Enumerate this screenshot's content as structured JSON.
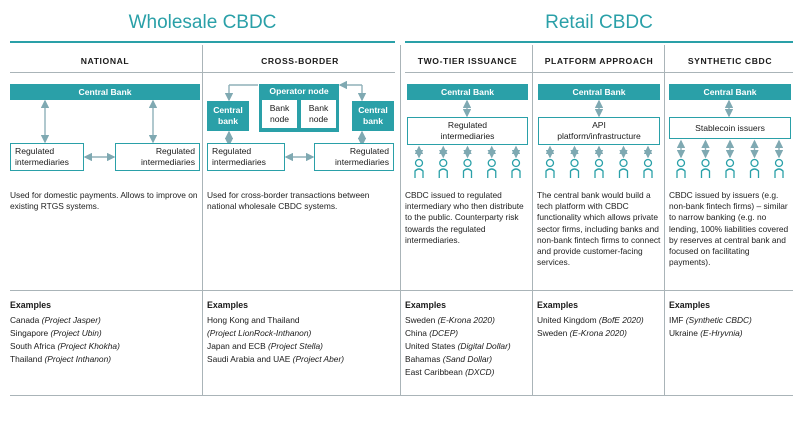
{
  "titles": {
    "wholesale": "Wholesale CBDC",
    "retail": "Retail CBDC"
  },
  "columns": [
    {
      "key": "national",
      "title": "NATIONAL",
      "nodes": {
        "central_bank": "Central Bank",
        "left": "Regulated\nintermediaries",
        "right": "Regulated\nintermediaries"
      },
      "description": "Used for domestic payments. Allows to improve on existing RTGS systems.",
      "examples_title": "Examples",
      "examples": [
        {
          "text": "Canada ",
          "project": "(Project Jasper)"
        },
        {
          "text": "Singapore ",
          "project": "(Project Ubin)"
        },
        {
          "text": "South Africa ",
          "project": "(Project Khokha)"
        },
        {
          "text": "Thailand ",
          "project": "(Project Inthanon)"
        }
      ]
    },
    {
      "key": "cross_border",
      "title": "CROSS-BORDER",
      "nodes": {
        "operator": "Operator node",
        "bank_node": "Bank\nnode",
        "central_bank": "Central\nbank",
        "left": "Regulated\nintermediaries",
        "right": "Regulated\nintermediaries"
      },
      "description": "Used for cross-border transactions between national wholesale CBDC systems.",
      "examples_title": "Examples",
      "examples": [
        {
          "text": "Hong Kong and Thailand",
          "project": ""
        },
        {
          "text": "",
          "project": "(Project LionRock-Inthanon)"
        },
        {
          "text": "Japan and ECB ",
          "project": "(Project Stella)"
        },
        {
          "text": "Saudi Arabia and UAE ",
          "project": "(Project Aber)"
        }
      ]
    },
    {
      "key": "two_tier",
      "title": "TWO-TIER ISSUANCE",
      "nodes": {
        "central_bank": "Central Bank",
        "middle": "Regulated\nintermediaries"
      },
      "description": "CBDC issued to regulated intermediary who then distribute to the public. Counterparty risk towards the regulated intermediaries.",
      "examples_title": "Examples",
      "examples": [
        {
          "text": "Sweden ",
          "project": "(E-Krona 2020)"
        },
        {
          "text": "China ",
          "project": "(DCEP)"
        },
        {
          "text": "United States ",
          "project": "(Digital Dollar)"
        },
        {
          "text": "Bahamas ",
          "project": "(Sand Dollar)"
        },
        {
          "text": "East Caribbean ",
          "project": "(DXCD)"
        }
      ]
    },
    {
      "key": "platform",
      "title": "PLATFORM APPROACH",
      "nodes": {
        "central_bank": "Central Bank",
        "middle": "API\nplatform/infrastructure"
      },
      "description": "The central bank would build a tech platform with CBDC functionality which allows private sector firms, including banks and non-bank fintech firms to connect and provide customer-facing services.",
      "examples_title": "Examples",
      "examples": [
        {
          "text": "United Kingdom ",
          "project": "(BofE 2020)"
        },
        {
          "text": "Sweden ",
          "project": "(E-Krona 2020)"
        }
      ]
    },
    {
      "key": "synthetic",
      "title": "SYNTHETIC CBDC",
      "nodes": {
        "central_bank": "Central Bank",
        "middle": "Stablecoin issuers"
      },
      "description": "CBDC issued by issuers (e.g. non-bank fintech firms) – similar to narrow banking (e.g. no lending, 100% liabilities covered by reserves at central bank and focused on facilitating payments).",
      "examples_title": "Examples",
      "examples": [
        {
          "text": "IMF ",
          "project": "(Synthetic CBDC)"
        },
        {
          "text": "Ukraine ",
          "project": "(E-Hryvnia)"
        }
      ]
    }
  ],
  "colors": {
    "accent": "#2aa0a8",
    "separator": "#aab4b8"
  },
  "icons": {
    "person": "person-icon",
    "arrow": "double-arrow-icon"
  }
}
